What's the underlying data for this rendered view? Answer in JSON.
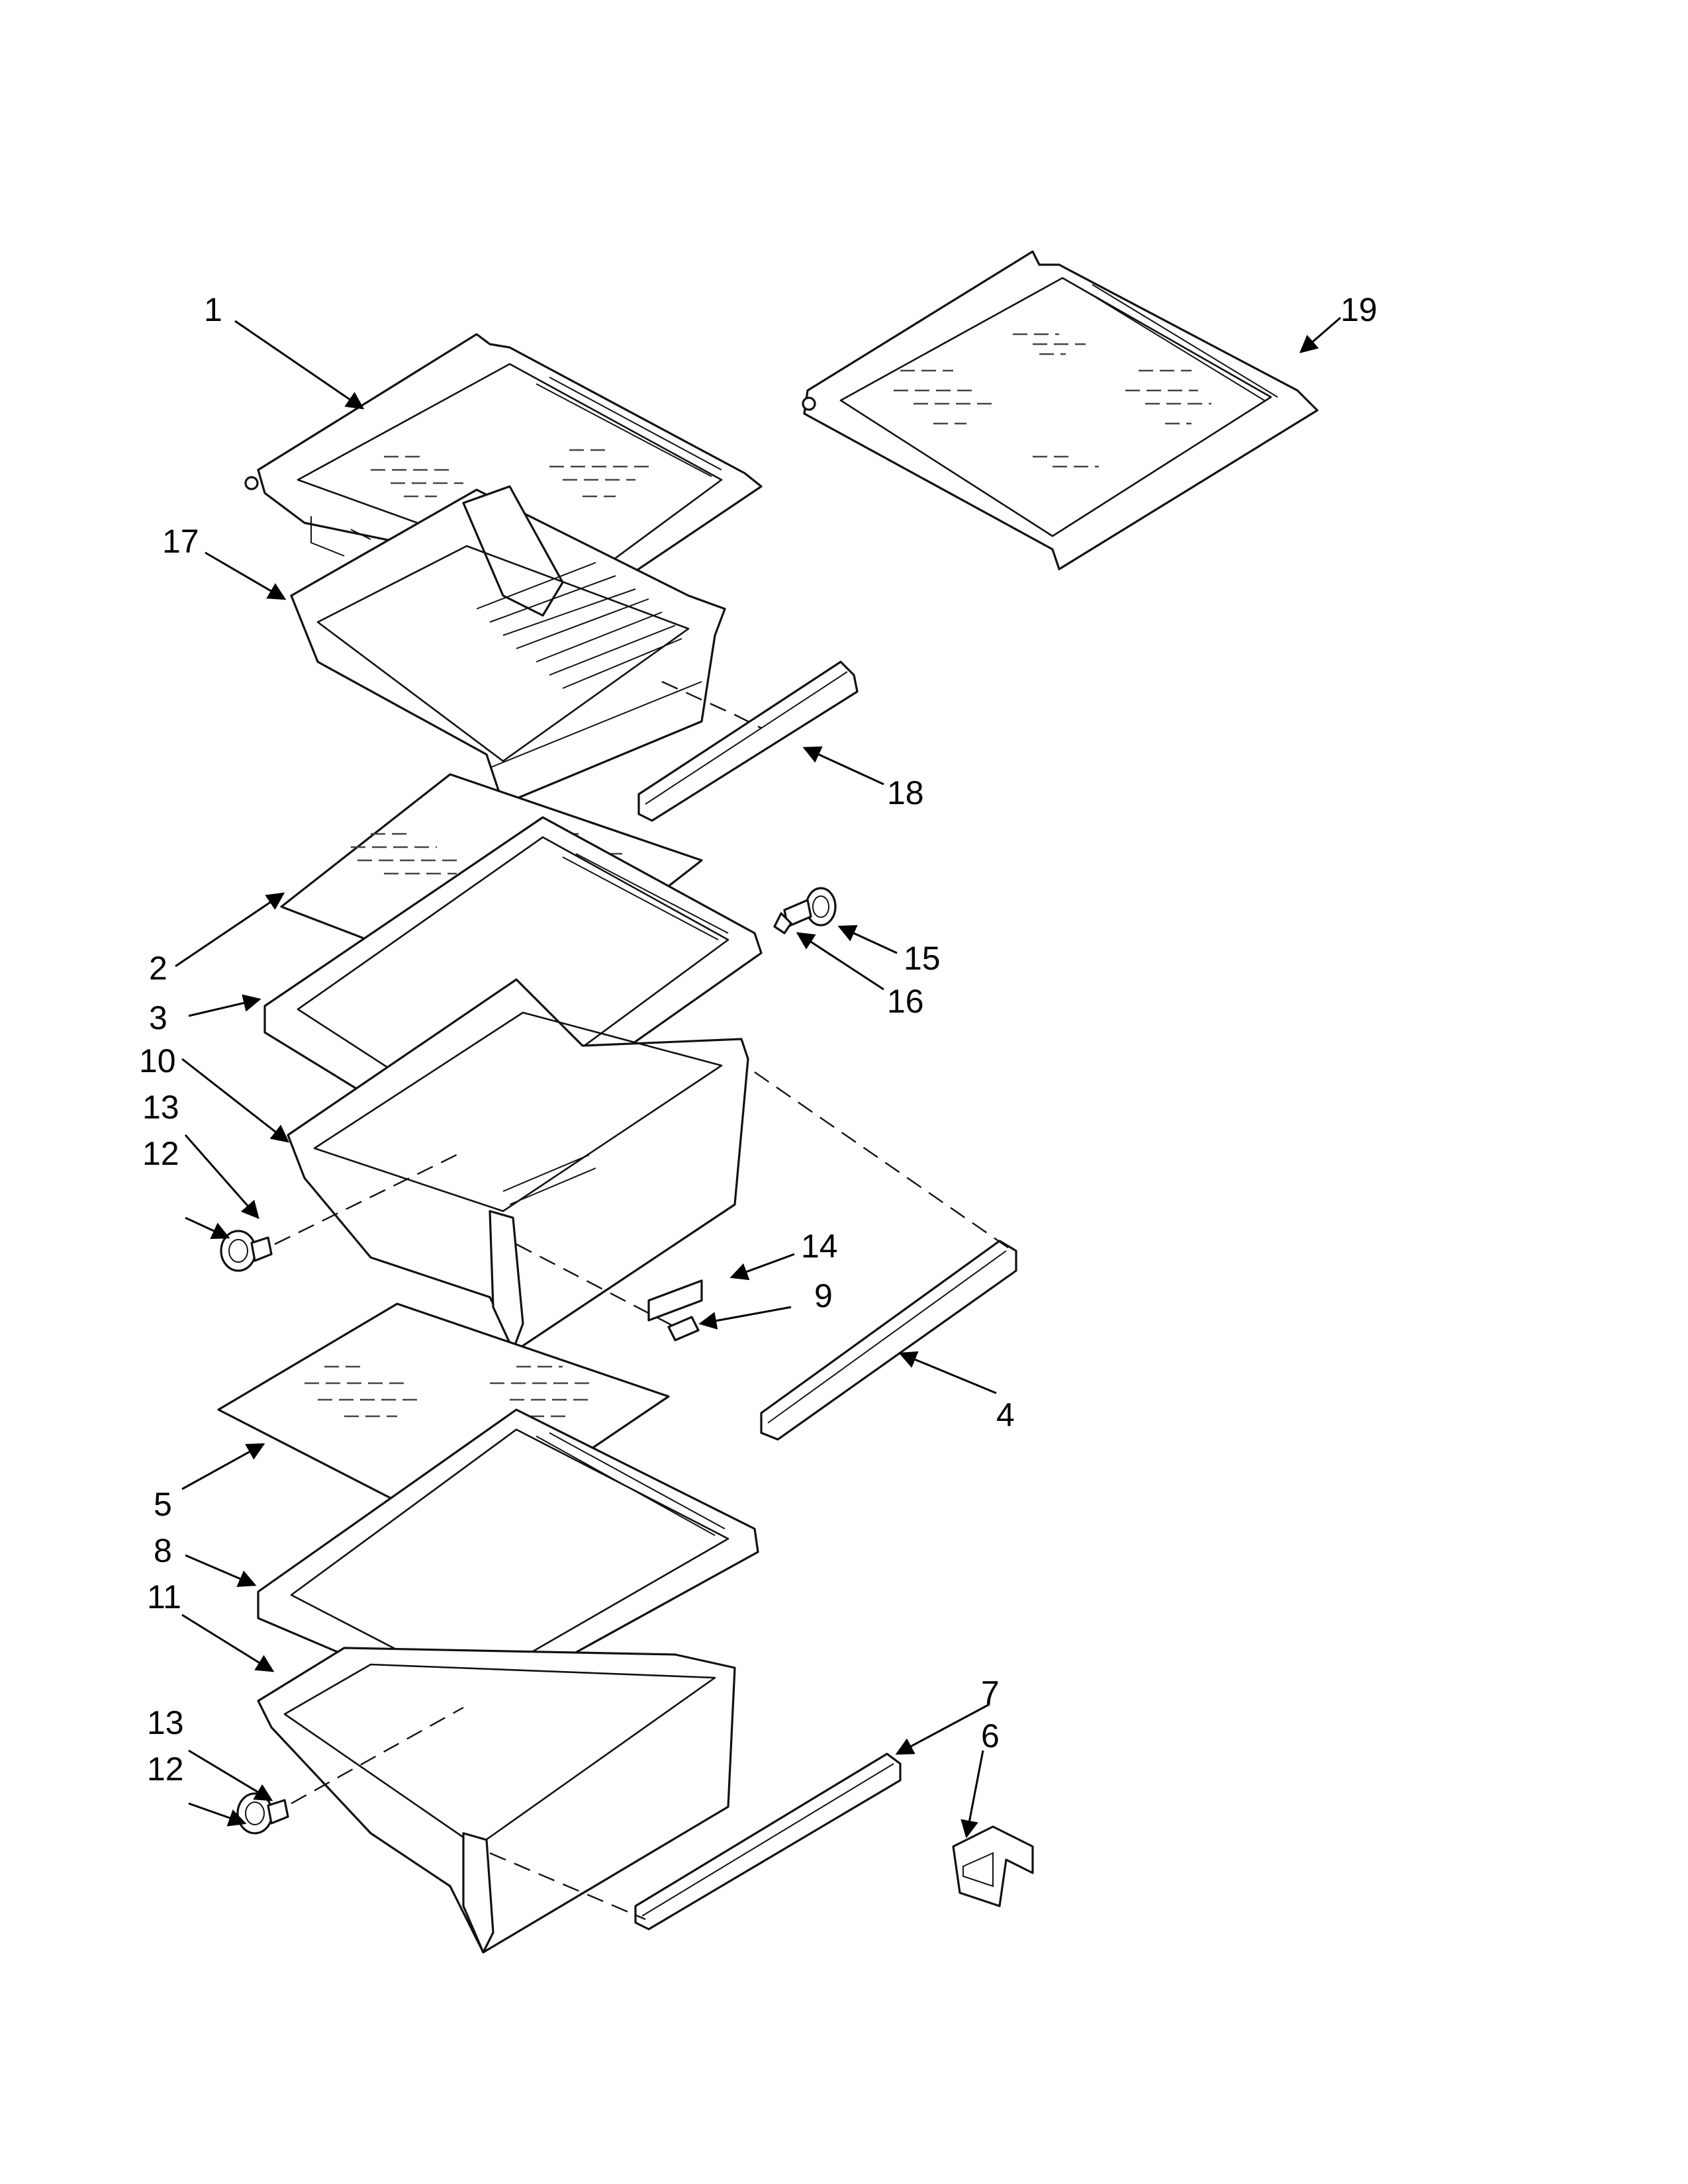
{
  "callouts": {
    "c1": "1",
    "c2": "2",
    "c3": "3",
    "c4": "4",
    "c5": "5",
    "c6": "6",
    "c7": "7",
    "c8": "8",
    "c9": "9",
    "c10": "10",
    "c11": "11",
    "c12a": "12",
    "c12b": "12",
    "c13a": "13",
    "c13b": "13",
    "c14": "14",
    "c15": "15",
    "c16": "16",
    "c17": "17",
    "c18": "18",
    "c19": "19"
  },
  "colors": {
    "line": "#111111",
    "background": "#ffffff"
  }
}
